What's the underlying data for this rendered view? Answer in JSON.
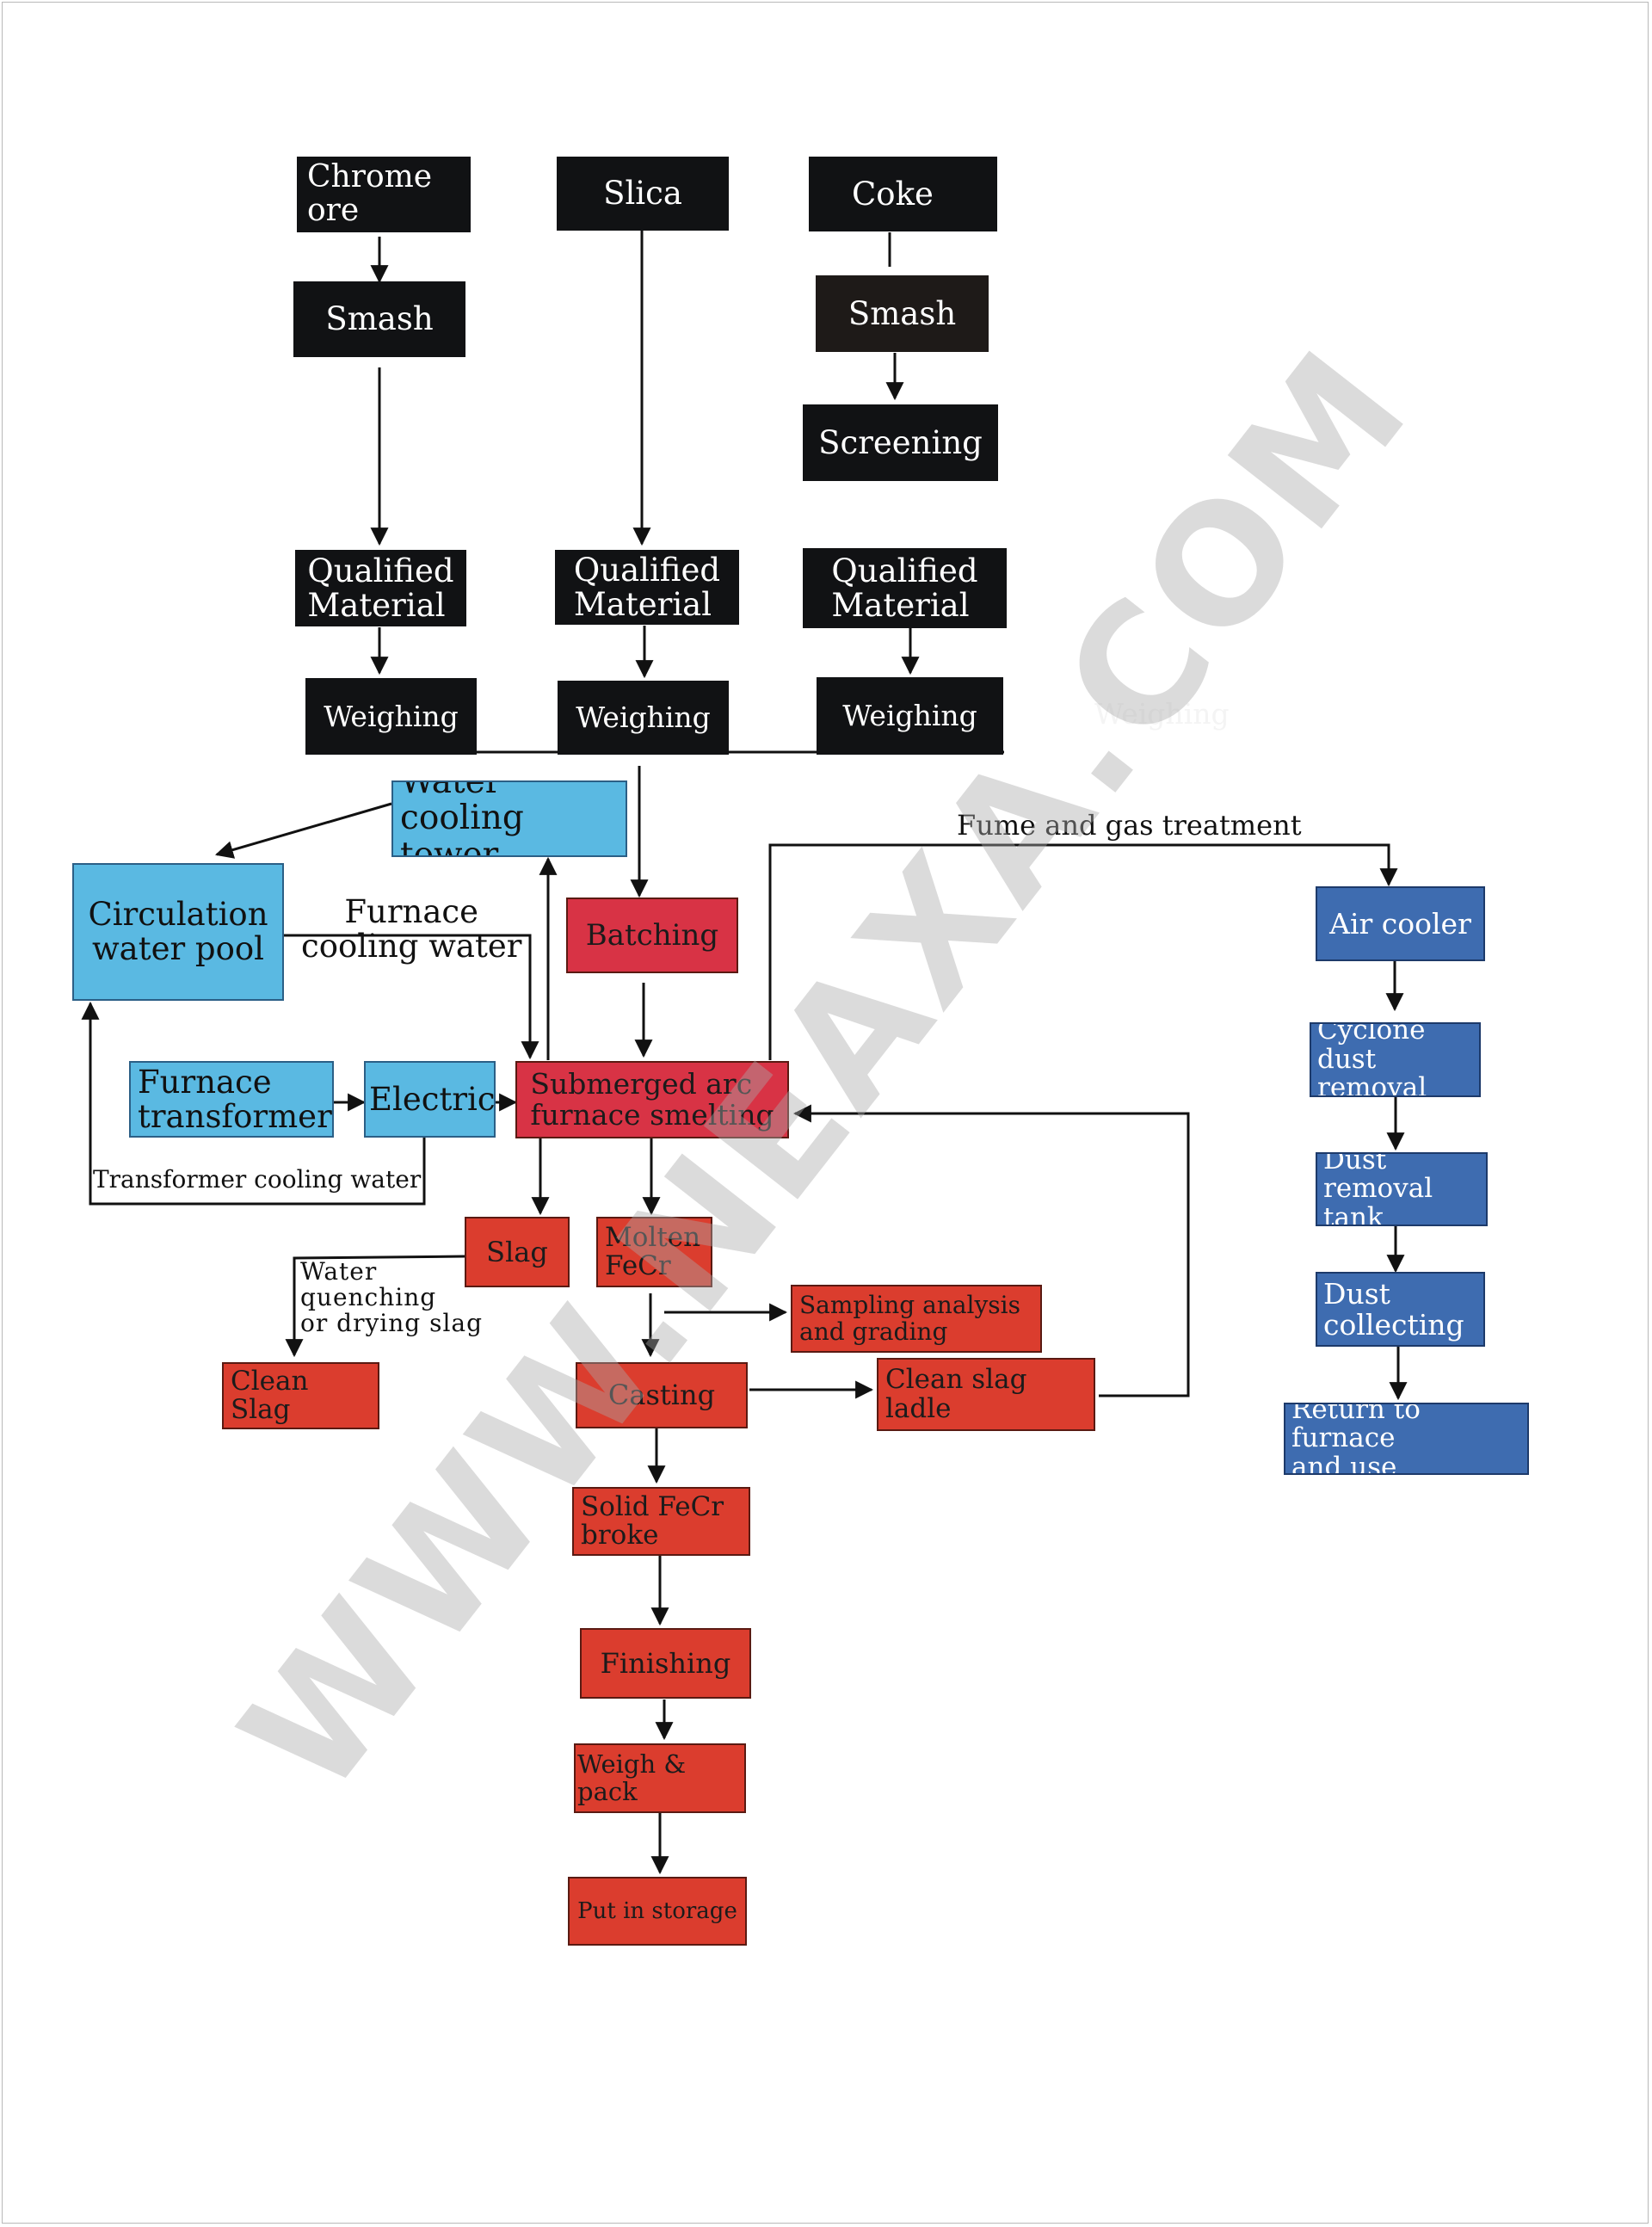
{
  "watermark": "WWW.NEAXA.COM",
  "ghost_text": "Weighing",
  "colors": {
    "raw_material": "#111214",
    "cooling": "#5ab9e2",
    "smelting": "#db3d2e",
    "fume_treatment": "#3e6cb0",
    "watermark": "#aaaaaa"
  },
  "nodes": {
    "chrome_ore": "Chrome\nore",
    "slica": "Slica",
    "coke": "Coke",
    "smash_chrome": "Smash",
    "smash_coke": "Smash",
    "screening": "Screening",
    "qualified_chrome": "Qualified\nMaterial",
    "qualified_slica": "Qualified\nMaterial",
    "qualified_coke": "Qualified\nMaterial",
    "weighing_chrome": "Weighing",
    "weighing_slica": "Weighing",
    "weighing_coke": "Weighing",
    "water_cooling_tower": "Water cooling\ntower",
    "circulation_water_pool": "Circulation\nwater pool",
    "furnace_transformer": "Furnace\ntransformer",
    "electric": "Electric",
    "batching": "Batching",
    "submerged_arc": "Submerged arc\nfurnace smelting",
    "slag": "Slag",
    "molten_fecr": "Molten\nFeCr",
    "clean_slag": "Clean Slag",
    "sampling": "Sampling analysis\nand grading",
    "casting": "Casting",
    "clean_slag_ladle": "Clean slag ladle",
    "solid_fecr": "Solid FeCr\nbroke",
    "finishing": "Finishing",
    "weigh_pack": "Weigh & pack",
    "put_in_storage": "Put in storage",
    "air_cooler": "Air cooler",
    "cyclone": "Cyclone dust\nremoval",
    "dust_tank": "Dust removal\ntank",
    "dust_collecting": "Dust\ncollecting",
    "return_furnace": "Return to furnace\nand use"
  },
  "labels": {
    "furnace_cooling_water": "Furnace\ncooling water",
    "transformer_cooling_water": "Transformer cooling water",
    "fume_gas": "Fume and gas treatment",
    "water_quenching": "Water\nquenching\nor drying slag"
  }
}
